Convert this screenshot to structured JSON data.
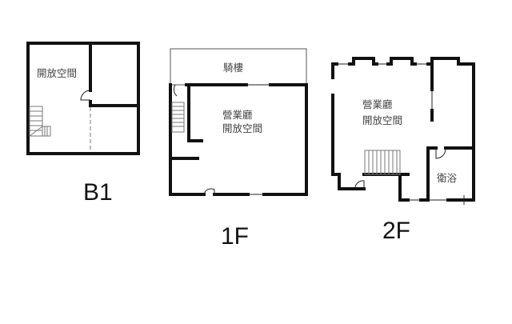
{
  "floors": [
    {
      "label": "B1",
      "rooms": [
        "開放空間"
      ]
    },
    {
      "label": "1F",
      "rooms": [
        "騎樓",
        "營業廳",
        "開放空間"
      ]
    },
    {
      "label": "2F",
      "rooms": [
        "營業廳",
        "開放空間",
        "衛浴"
      ]
    }
  ]
}
